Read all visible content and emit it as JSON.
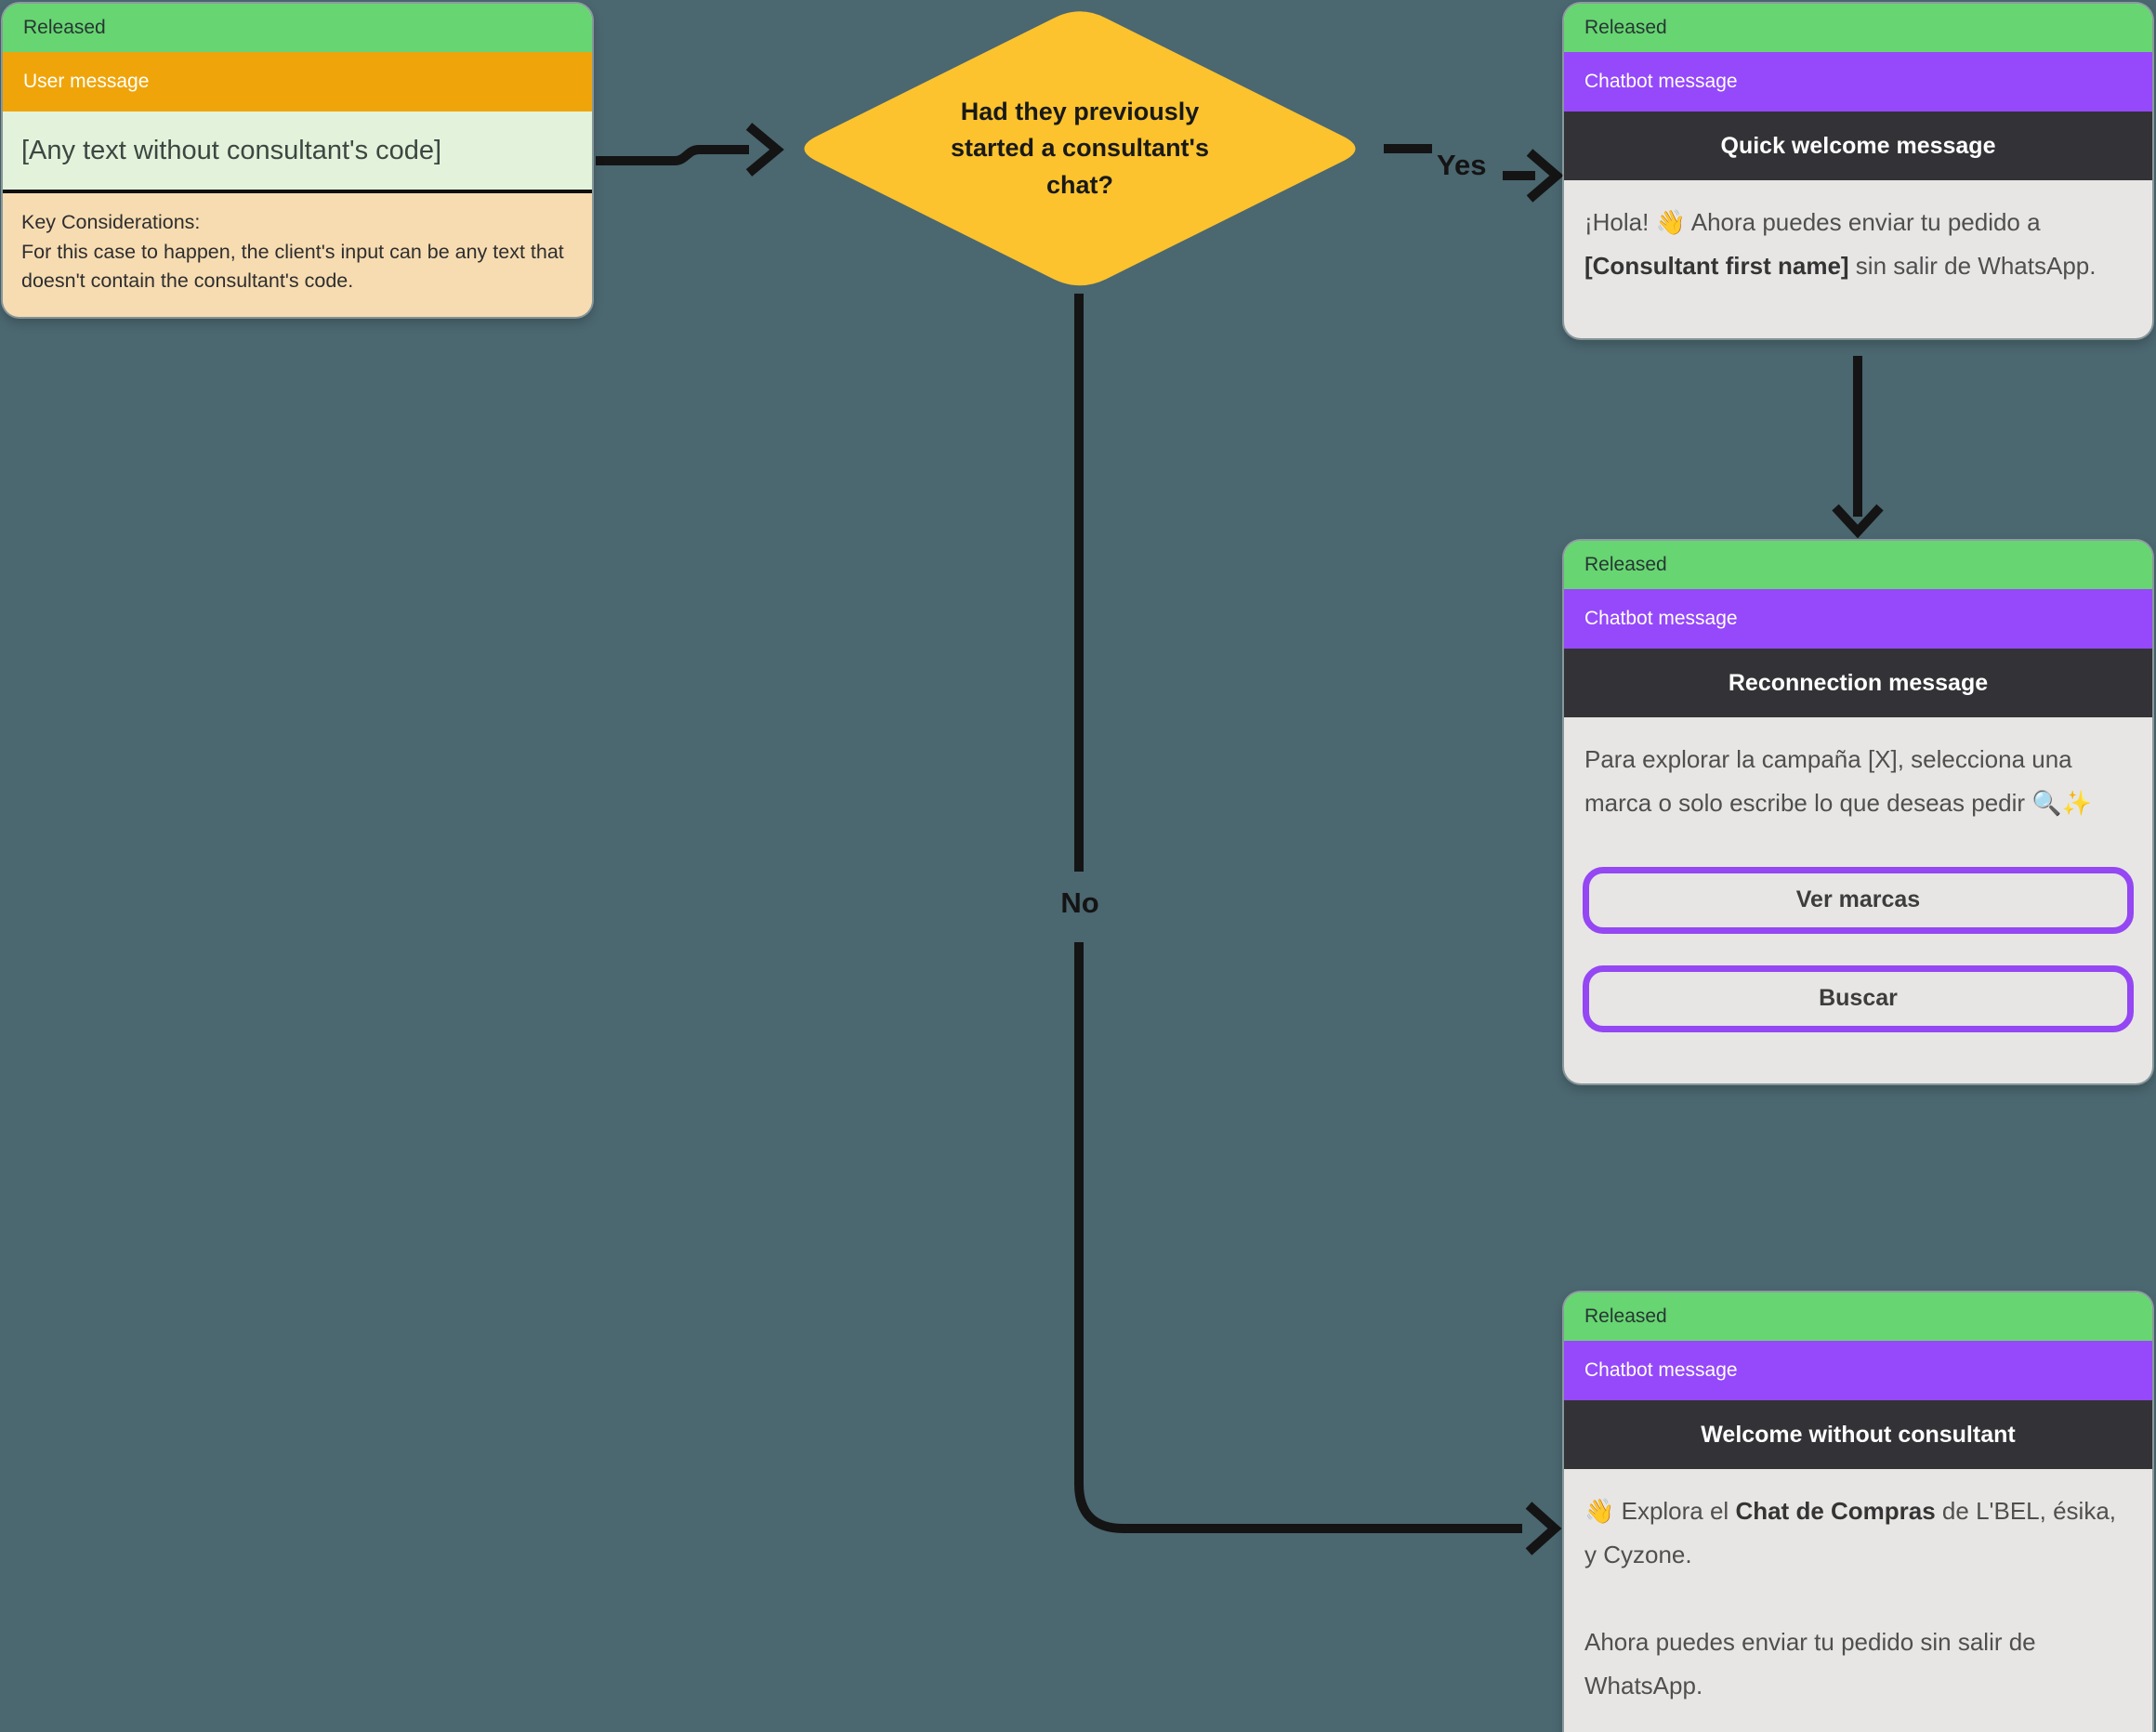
{
  "colors": {
    "background": "#4B6770",
    "released_green": "#67D571",
    "user_orange": "#EFA50A",
    "chatbot_purple": "#9549FA",
    "title_dark": "#333236",
    "card_body_gray": "#E7E6E4",
    "user_msg_green": "#E3F2DA",
    "note_tan": "#F7DCB2",
    "diamond_yellow": "#FCC32E",
    "button_border_purple": "#9447F2",
    "arrow_black": "#141414"
  },
  "connectors": {
    "yes_label": "Yes",
    "no_label": "No"
  },
  "user_card": {
    "status": "Released",
    "kind": "User message",
    "message": "[Any text without consultant's code]",
    "note_title": "Key Considerations:",
    "note_body": "For this case to happen, the client's input can be any text that doesn't contain the consultant's code."
  },
  "decision": {
    "question": "Had they previously started a consultant's chat?"
  },
  "cards": {
    "quick_welcome": {
      "status": "Released",
      "kind": "Chatbot message",
      "title": "Quick welcome message",
      "body": [
        {
          "t": "¡Hola! 👋 Ahora puedes enviar tu pedido a "
        },
        {
          "t": "[Consultant first name]",
          "b": true
        },
        {
          "t": " sin salir de WhatsApp."
        }
      ]
    },
    "reconnection": {
      "status": "Released",
      "kind": "Chatbot message",
      "title": "Reconnection message",
      "body": [
        {
          "t": "Para explorar la campaña [X], selecciona una marca o solo escribe lo que deseas pedir 🔍✨"
        }
      ],
      "buttons": [
        "Ver marcas",
        "Buscar"
      ]
    },
    "welcome_no_consultant": {
      "status": "Released",
      "kind": "Chatbot message",
      "title": "Welcome without consultant",
      "paragraphs": [
        [
          {
            "t": "👋 Explora el "
          },
          {
            "t": "Chat de Compras",
            "b": true
          },
          {
            "t": " de L'BEL, ésika, y Cyzone."
          }
        ],
        [
          {
            "t": "Ahora puedes enviar tu pedido sin salir de WhatsApp."
          }
        ]
      ]
    }
  }
}
